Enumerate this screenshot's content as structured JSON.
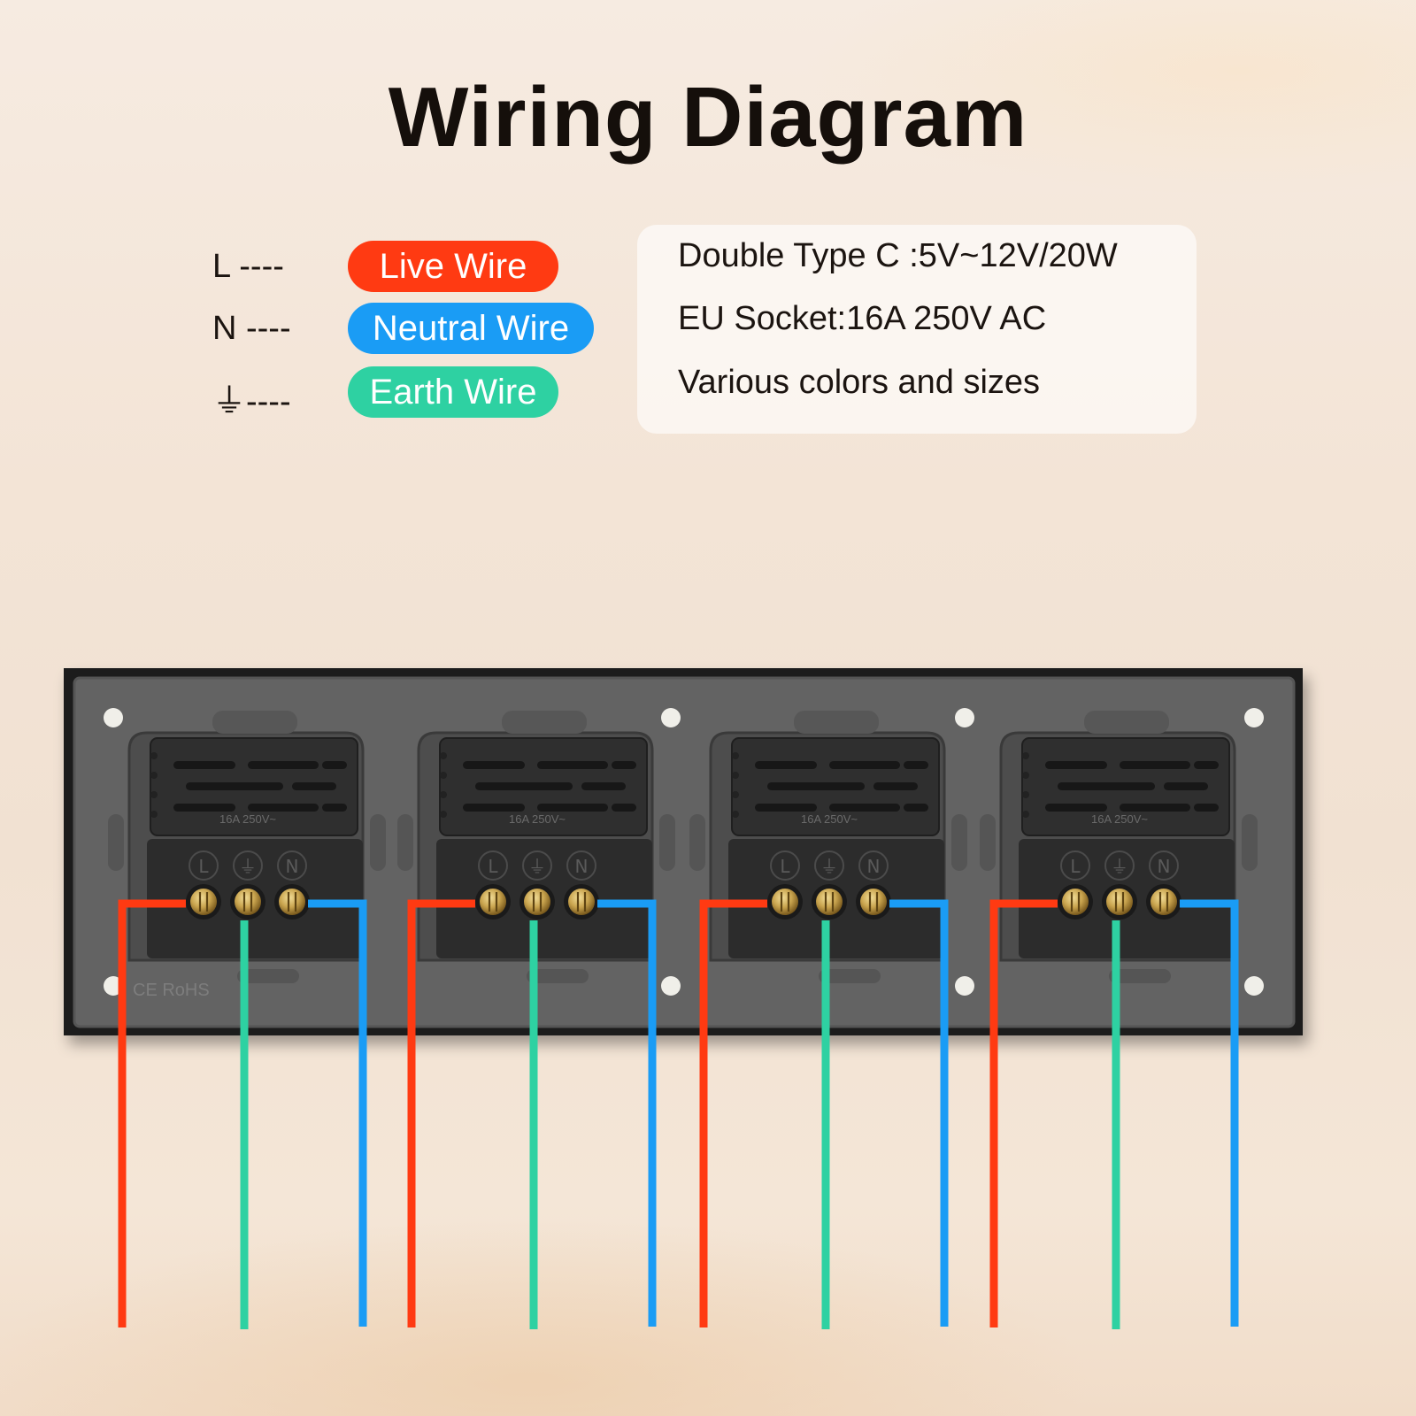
{
  "title": "Wiring Diagram",
  "legend": [
    {
      "key": "L ----",
      "label": "Live Wire",
      "color": "#ff3a12"
    },
    {
      "key": "N ----",
      "label": "Neutral Wire",
      "color": "#1a9cf5"
    },
    {
      "key": "⏚----",
      "label": "Earth Wire",
      "color": "#2ed1a2"
    }
  ],
  "specs": [
    "Double Type C :5V~12V/20W",
    "EU Socket:16A 250V AC",
    "Various colors and sizes"
  ],
  "socket_rating": "16A 250V~",
  "terminal_labels": [
    "L",
    "⏚",
    "N"
  ],
  "cert_mark": "CE RoHS",
  "wire_colors": {
    "live": "#ff3a12",
    "earth": "#2ed1a2",
    "neutral": "#1a9cf5"
  },
  "socket_count": 4
}
